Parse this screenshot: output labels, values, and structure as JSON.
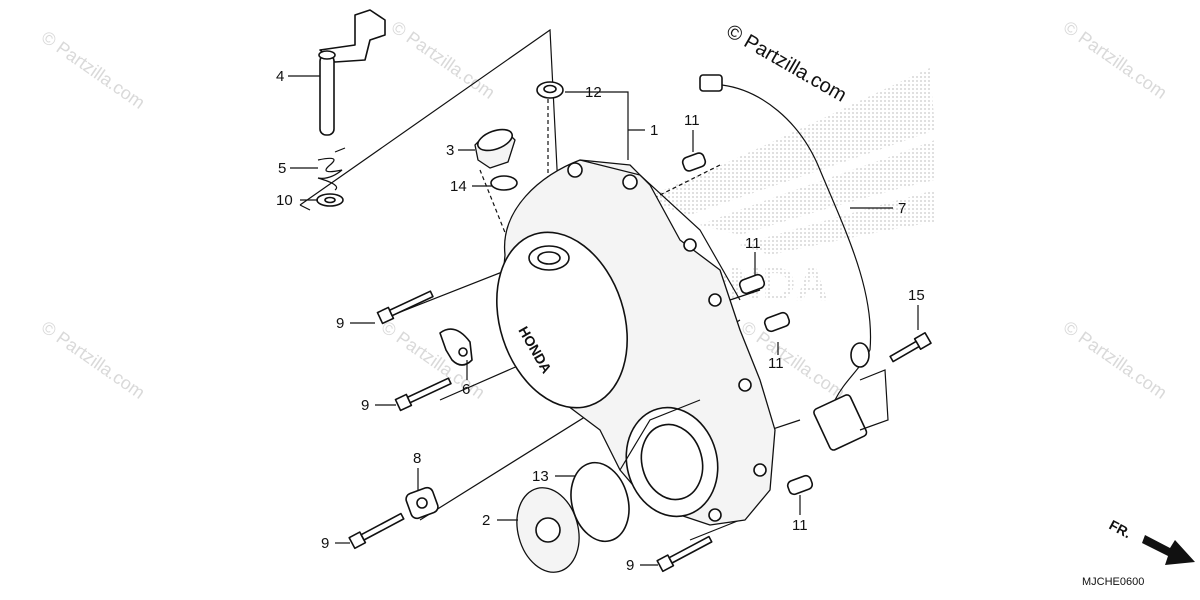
{
  "watermark_text": "© Partzilla.com",
  "copyright_text": "© Partzilla.com",
  "diagram_code": "MJCHE0600",
  "direction_label": "FR.",
  "brand_emblem_text": "HONDA",
  "cover_emblem_text": "HONDA",
  "callouts": {
    "c1": "1",
    "c2": "2",
    "c3": "3",
    "c4": "4",
    "c5": "5",
    "c6": "6",
    "c7": "7",
    "c8": "8",
    "c9a": "9",
    "c9b": "9",
    "c9c": "9",
    "c9d": "9",
    "c10": "10",
    "c11a": "11",
    "c11b": "11",
    "c11c": "11",
    "c11d": "11",
    "c12": "12",
    "c13": "13",
    "c14": "14",
    "c15": "15"
  },
  "colors": {
    "line": "#111111",
    "watermark": "#d9d9d9",
    "background": "#ffffff"
  }
}
